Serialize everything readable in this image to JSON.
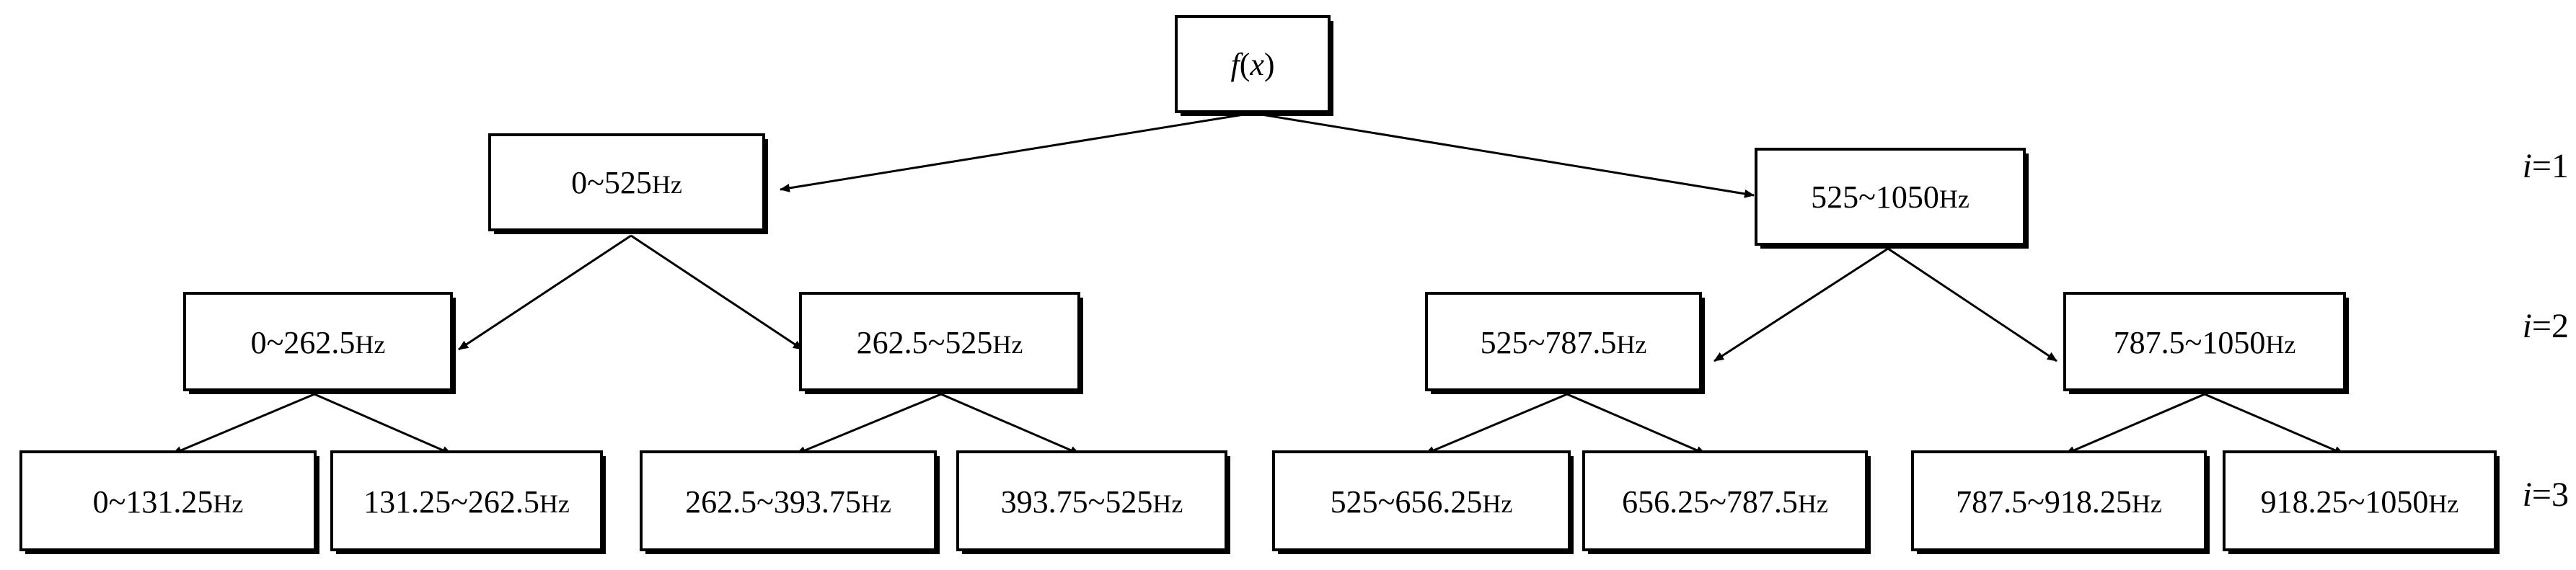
{
  "root": {
    "func": "f",
    "arg": "x"
  },
  "levels": [
    {
      "var": "i",
      "eq": "=1"
    },
    {
      "var": "i",
      "eq": "=2"
    },
    {
      "var": "i",
      "eq": "=3"
    }
  ],
  "nodes": {
    "n1_0": "0~525",
    "n1_1": "525~1050",
    "n2_0": "0~262.5",
    "n2_1": "262.5~525",
    "n2_2": "525~787.5",
    "n2_3": "787.5~1050",
    "n3_0": "0~131.25",
    "n3_1": "131.25~262.5",
    "n3_2": "262.5~393.75",
    "n3_3": "393.75~525",
    "n3_4": "525~656.25",
    "n3_5": "656.25~787.5",
    "n3_6": "787.5~918.25",
    "n3_7": "918.25~1050"
  },
  "unit": "Hz"
}
